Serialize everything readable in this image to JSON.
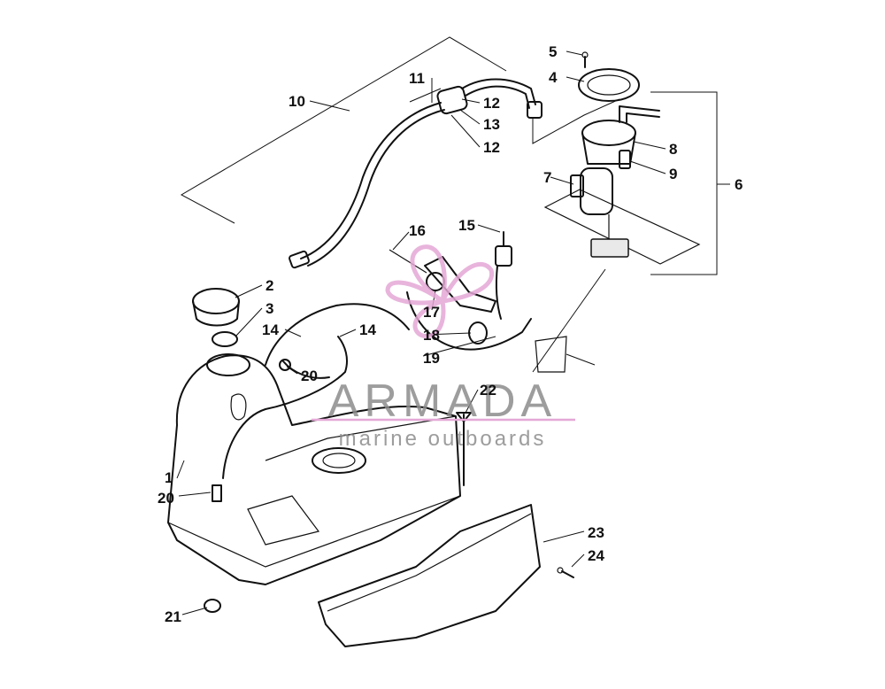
{
  "watermark": {
    "brand": "ARMADA",
    "tagline": "marine outboards",
    "accent_color": "#e4a7d6",
    "text_color": "#8c8c8c"
  },
  "callouts": [
    "1",
    "2",
    "3",
    "4",
    "5",
    "6",
    "7",
    "8",
    "9",
    "10",
    "11",
    "12",
    "12",
    "13",
    "14",
    "14",
    "15",
    "16",
    "17",
    "18",
    "19",
    "20",
    "20",
    "21",
    "22",
    "23",
    "24"
  ]
}
